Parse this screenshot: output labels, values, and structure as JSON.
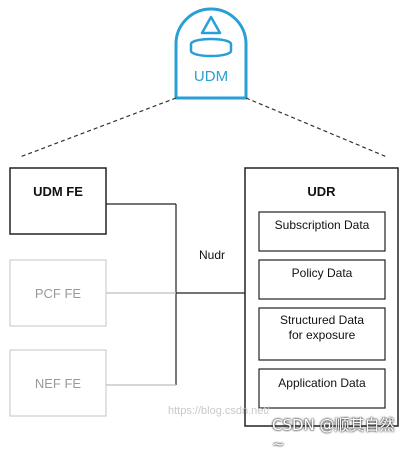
{
  "udm_icon": {
    "label": "UDM",
    "color": "#2a9fd6"
  },
  "left_boxes": [
    {
      "label": "UDM FE",
      "style": "active"
    },
    {
      "label": "PCF FE",
      "style": "inactive"
    },
    {
      "label": "NEF FE",
      "style": "inactive"
    }
  ],
  "interface_label": "Nudr",
  "udr": {
    "title": "UDR",
    "items": [
      {
        "label": "Subscription Data"
      },
      {
        "label": "Policy Data"
      },
      {
        "label": "Structured Data\nfor exposure"
      },
      {
        "label": "Application Data"
      }
    ]
  },
  "watermark": {
    "url_text": "https://blog.csdn.net/",
    "author_text": "CSDN @顺其自然~"
  }
}
